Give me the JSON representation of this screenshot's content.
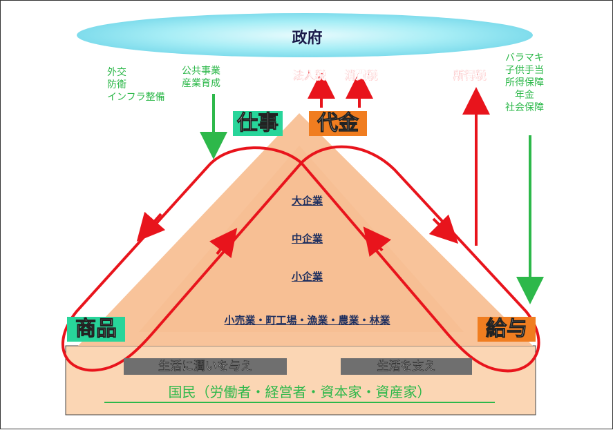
{
  "government": {
    "label": "政府"
  },
  "gov_outputs_left": [
    "外交",
    "防衛",
    "インフラ整備"
  ],
  "gov_outputs_center": [
    "公共事業",
    "産業育成"
  ],
  "gov_outputs_right": [
    "バラマキ",
    "子供手当",
    "所得保障",
    "年金",
    "社会保障"
  ],
  "taxes": {
    "corporate": "法人税",
    "consumption": "消費税",
    "income": "所得税"
  },
  "flow_boxes": {
    "work": "仕事",
    "payment": "代金",
    "goods": "商品",
    "salary": "給与"
  },
  "companies": [
    "大企業",
    "中企業",
    "小企業",
    "小売業・町工場・漁業・農業・林業"
  ],
  "banners": {
    "enrich": "生活に潤いを与え",
    "support": "生活を支え"
  },
  "people": {
    "label": "国民（労働者・経営者・資本家・資産家）"
  },
  "colors": {
    "cycle_red": "#e8141c",
    "gov_green": "#2db84a",
    "pyramid": "#f8c39a",
    "base": "#fbd6b4",
    "cloud": "#8fe6f2",
    "box_teal": "#28d59a",
    "box_orange": "#f07d20",
    "banner_gray": "#6f6f6f"
  }
}
